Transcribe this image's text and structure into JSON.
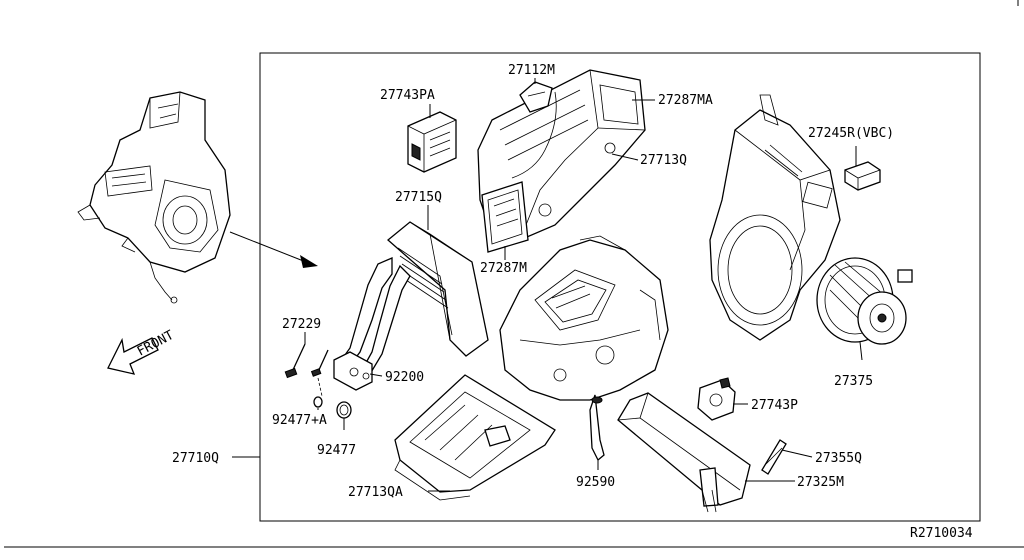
{
  "diagram": {
    "figure_ref": "R2710034",
    "direction_label": "FRONT",
    "assembly_label": "27710Q",
    "parts": [
      {
        "id": "27743PA",
        "text": "27743PA"
      },
      {
        "id": "27112M",
        "text": "27112M"
      },
      {
        "id": "27287MA",
        "text": "27287MA"
      },
      {
        "id": "27713Q",
        "text": "27713Q"
      },
      {
        "id": "27245R",
        "text": "27245R(VBC)"
      },
      {
        "id": "27715Q",
        "text": "27715Q"
      },
      {
        "id": "27287M",
        "text": "27287M"
      },
      {
        "id": "27229",
        "text": "27229"
      },
      {
        "id": "92200",
        "text": "92200"
      },
      {
        "id": "92477A",
        "text": "92477+A"
      },
      {
        "id": "92477",
        "text": "92477"
      },
      {
        "id": "27375",
        "text": "27375"
      },
      {
        "id": "27743P",
        "text": "27743P"
      },
      {
        "id": "27355Q",
        "text": "27355Q"
      },
      {
        "id": "92590",
        "text": "92590"
      },
      {
        "id": "27325M",
        "text": "27325M"
      },
      {
        "id": "27713QA",
        "text": "27713QA"
      }
    ]
  }
}
